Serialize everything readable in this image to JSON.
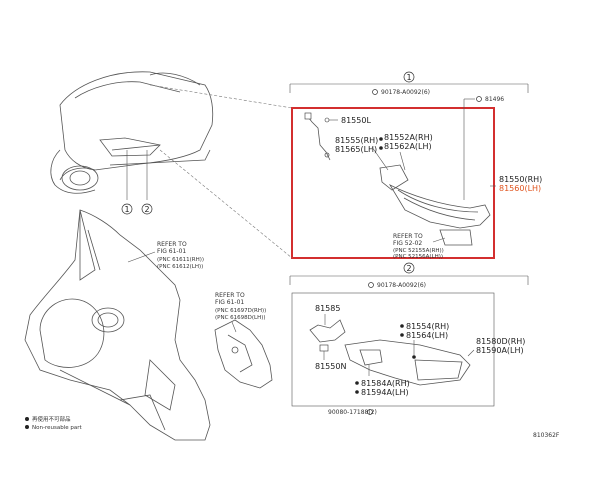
{
  "callouts": {
    "c1": "1",
    "c2": "2",
    "group1": "1",
    "group2": "2"
  },
  "group1": {
    "bolt": "90178-A0092(6)",
    "clip_right": "81496",
    "socket": "81550L",
    "bracket_rh_lh": [
      "81555(RH)",
      "81565(LH)"
    ],
    "gasket_rh_lh": [
      "81552A(RH)",
      "81562A(LH)"
    ],
    "lamp_rh": "81550(RH)",
    "lamp_lh": "81560(LH)",
    "refer_title": "REFER TO",
    "refer_fig": "FIG 52-02",
    "refer_pnc": [
      "(PNC 52155A(RH))",
      "(PNC 52156A(LH))"
    ]
  },
  "group2": {
    "bolt": "90178-A0092(6)",
    "socket": "81585",
    "bulb": "81550N",
    "gasket_rh_lh": [
      "81554(RH)",
      "81564(LH)"
    ],
    "lamp_rh_lh": [
      "81580D(RH)",
      "81590A(LH)"
    ],
    "bracket_rh_lh": [
      "81584A(RH)",
      "81594A(LH)"
    ],
    "screw": "90080-17188(2)"
  },
  "refer_left": {
    "title": "REFER TO",
    "fig": "FIG 61-01",
    "pnc": [
      "(PNC 61611(RH))",
      "(PNC 61612(LH))"
    ]
  },
  "refer_mid": {
    "title": "REFER TO",
    "fig": "FIG 61-01",
    "pnc": [
      "(PNC 61697D(RH))",
      "(PNC 61698D(LH))"
    ]
  },
  "legend": {
    "items": [
      "再使用不可部品",
      "Non-reusable part"
    ]
  },
  "diagram_id": "810362F",
  "colors": {
    "highlight": "#d32f2f",
    "hot_part": "#e0541e"
  }
}
